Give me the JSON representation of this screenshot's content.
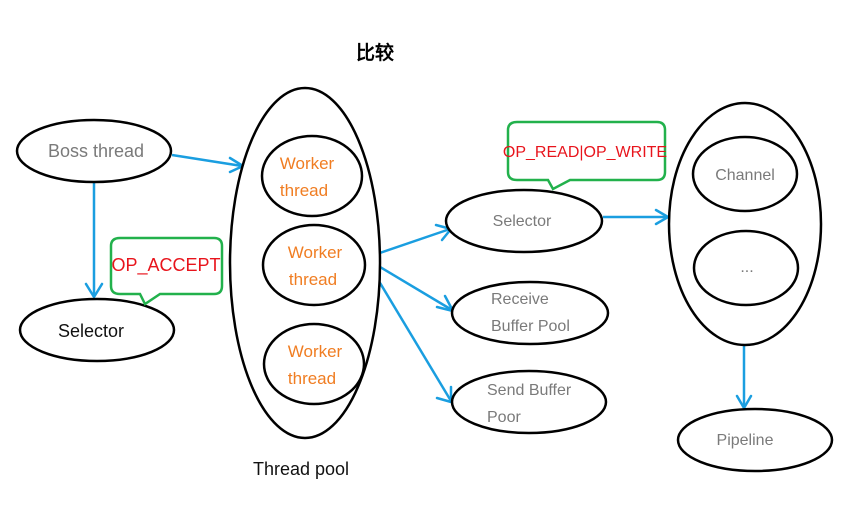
{
  "title": "比较",
  "colors": {
    "edge": "#1a9ee0",
    "callout_border": "#22b14c",
    "callout_text": "#e8141c",
    "worker_text": "#f07d22",
    "node_text": "#7a7a7a"
  },
  "nodes": {
    "boss_thread": "Boss thread",
    "selector_left": "Selector",
    "worker_1": [
      "Worker",
      "thread"
    ],
    "worker_2": [
      "Worker",
      "thread"
    ],
    "worker_3": [
      "Worker",
      "thread"
    ],
    "thread_pool_label": "Thread pool",
    "selector_mid": "Selector",
    "receive_buffer_pool": [
      "Receive",
      "Buffer Pool"
    ],
    "send_buffer_poor": [
      "Send Buffer",
      "Poor"
    ],
    "channel": "Channel",
    "ellipsis": "...",
    "pipeline": "Pipeline"
  },
  "callouts": {
    "op_accept": "OP_ACCEPT",
    "op_read_write": "OP_READ|OP_WRITE"
  }
}
